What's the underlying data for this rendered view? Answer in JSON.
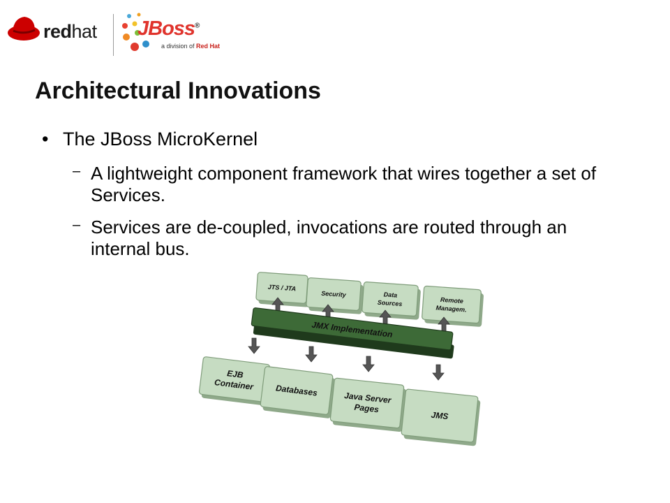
{
  "logos": {
    "redhat": {
      "bold": "red",
      "thin": "hat"
    },
    "jboss": {
      "name": "JBoss",
      "trademark": "®",
      "sub_prefix": "a division of ",
      "sub_brand": "Red Hat"
    }
  },
  "slide": {
    "title": "Architectural Innovations",
    "bullet": "The JBoss MicroKernel",
    "sub_bullets": [
      "A lightweight component framework that wires together a set of Services.",
      "Services are de-coupled, invocations are routed through an internal bus."
    ],
    "bullet_marker": "•",
    "sub_marker": "–"
  },
  "diagram": {
    "bus_label": "JMX Implementation",
    "top_boxes": [
      {
        "lines": [
          "JTS / JTA"
        ]
      },
      {
        "lines": [
          "Security"
        ]
      },
      {
        "lines": [
          "Data",
          "Sources"
        ]
      },
      {
        "lines": [
          "Remote",
          "Managem."
        ]
      }
    ],
    "bottom_boxes": [
      {
        "lines": [
          "EJB",
          "Container"
        ]
      },
      {
        "lines": [
          "Databases"
        ]
      },
      {
        "lines": [
          "Java Server",
          "Pages"
        ]
      },
      {
        "lines": [
          "JMS"
        ]
      }
    ]
  },
  "colors": {
    "box_fill": "#c6dcc2",
    "box_stroke": "#7f9c7a",
    "bus_fill": "#3d6a37",
    "bus_dark": "#1f3a1c",
    "arrow": "#555555",
    "redhat_red": "#cc0000",
    "jboss_red": "#e0342d"
  },
  "icons": {
    "redhat_logo": "redhat-hat-icon",
    "jboss_logo": "jboss-dots-icon"
  }
}
